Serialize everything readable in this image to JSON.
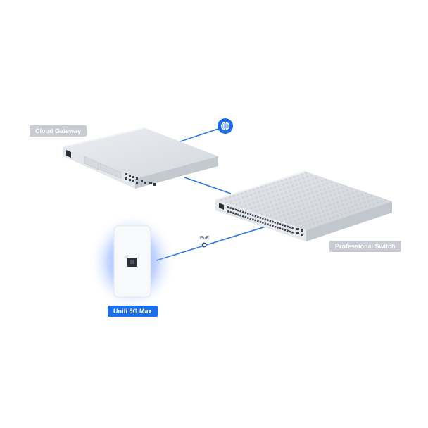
{
  "labels": {
    "gateway": "Cloud Gateway",
    "switch": "Professional Switch",
    "access_point": "Unifi 5G Max",
    "poe": "PoE"
  },
  "icons": {
    "internet": "globe-icon"
  },
  "colors": {
    "link": "#2b77e8",
    "label_gray": "#c9ccd2",
    "label_blue": "#1c6cf0",
    "device_body": "#dfe2e7"
  }
}
